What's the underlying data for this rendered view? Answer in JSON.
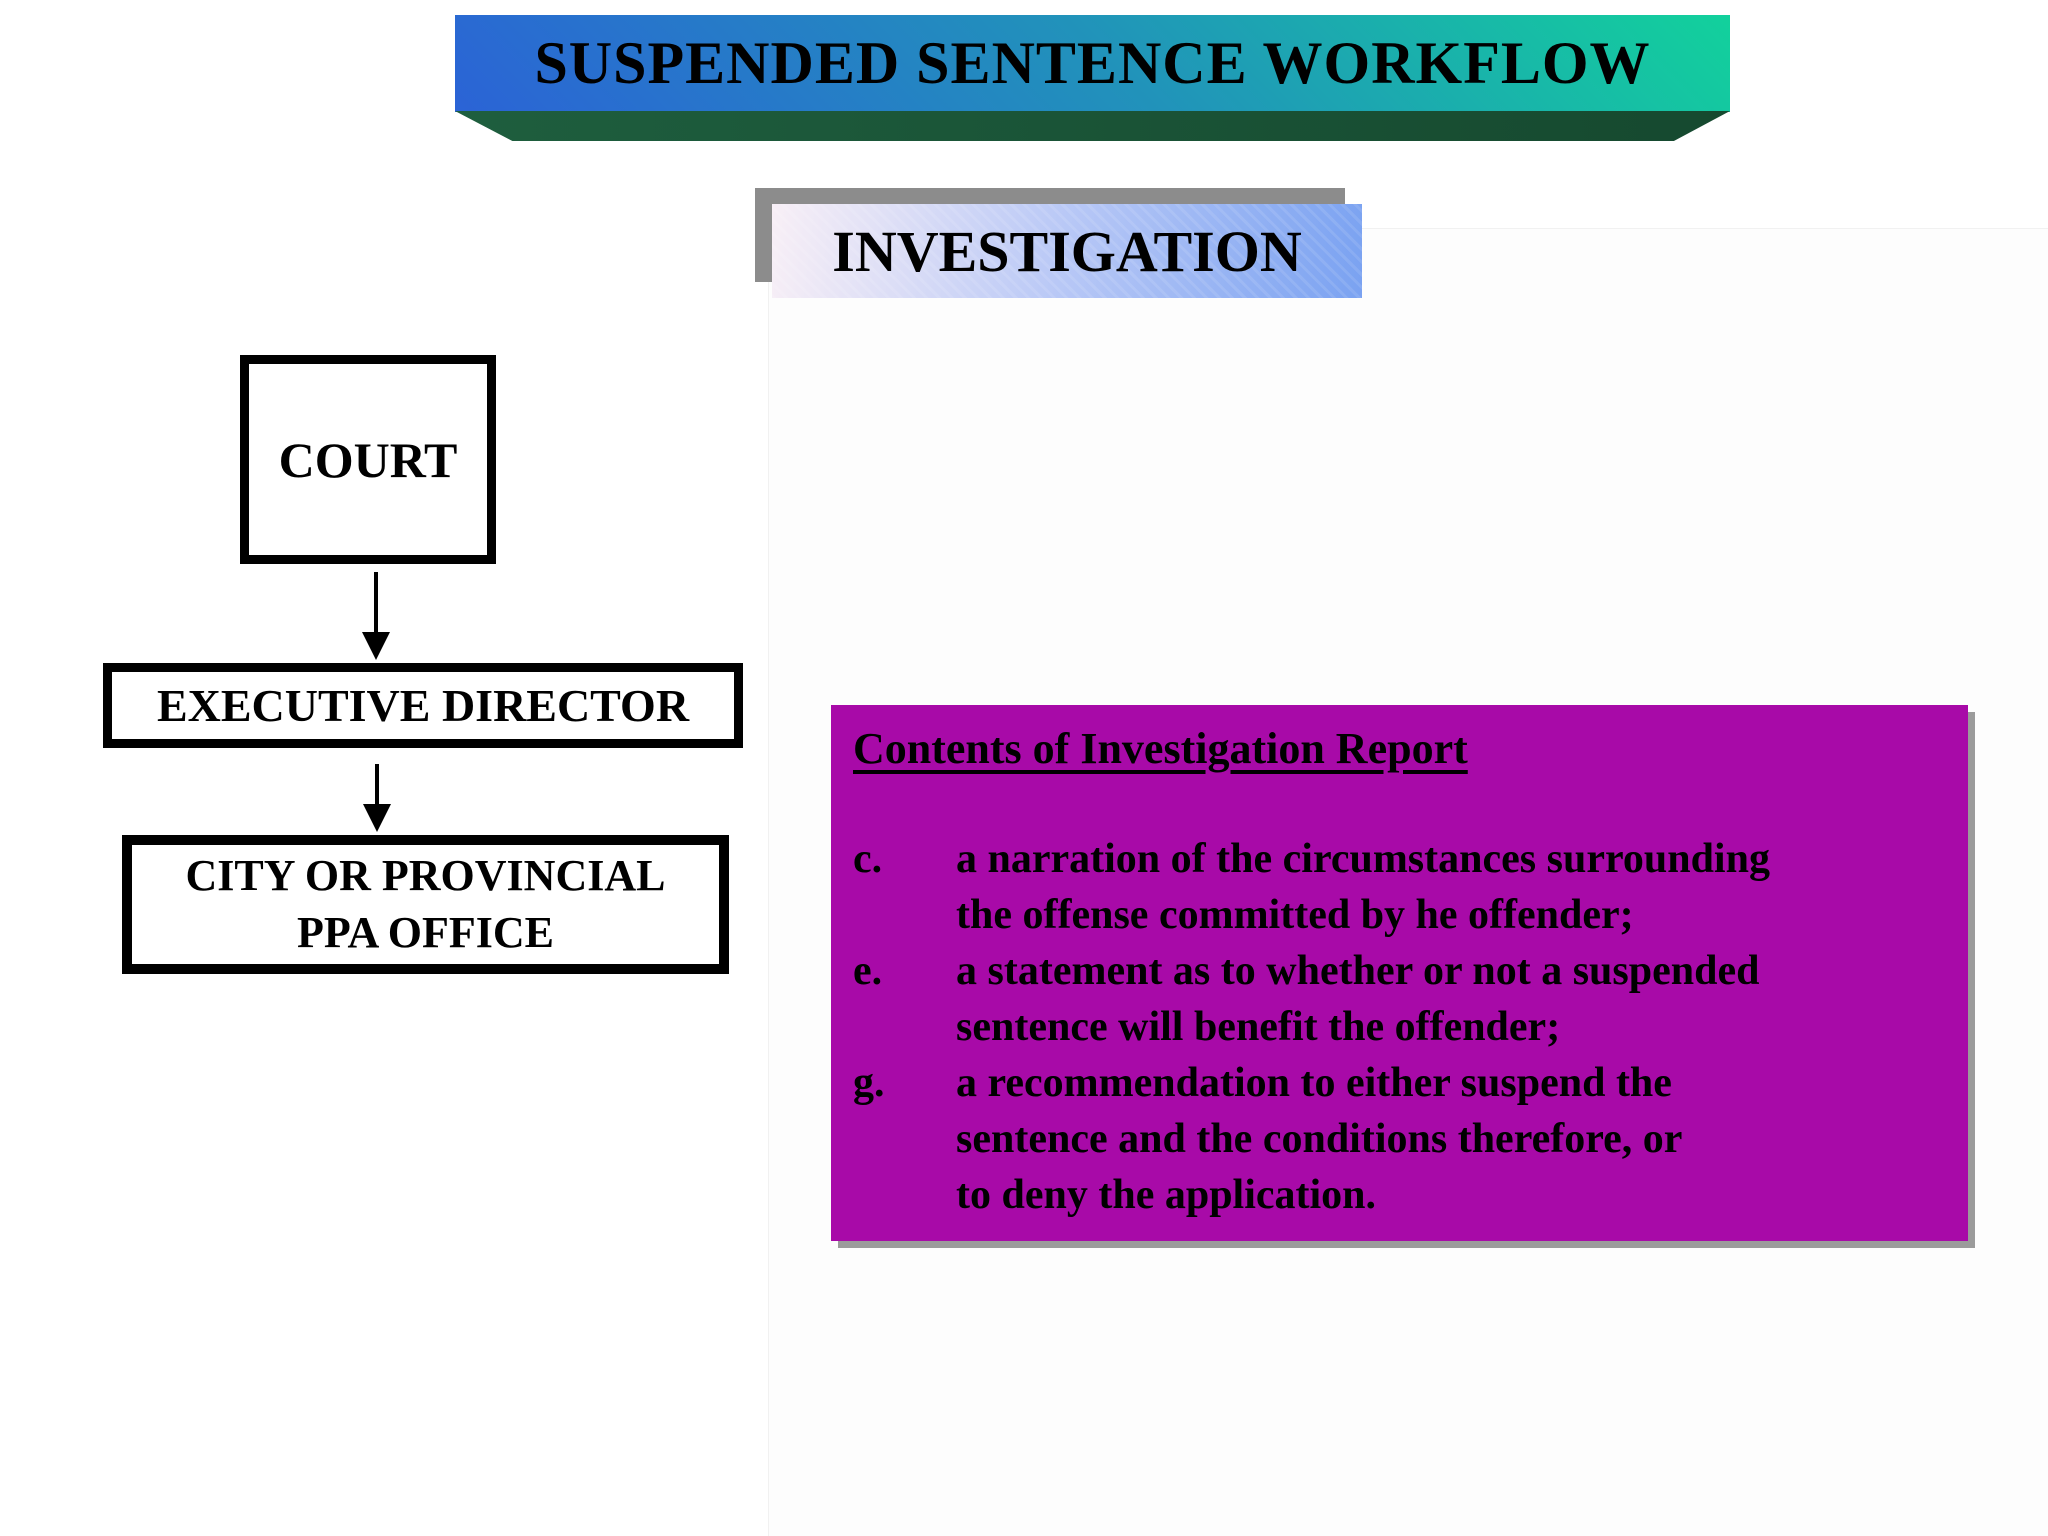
{
  "colors": {
    "banner-blue": "#2b63d6",
    "banner-teal": "#2193ba",
    "banner-green": "#12d19c",
    "banner-side-light": "#1e5e3e",
    "banner-side-dark": "#16492f",
    "subtitle-shadow": "#8c8c8c",
    "subtitle-start": "#f8eff6",
    "subtitle-mid": "#bac9f6",
    "subtitle-end": "#7aa2f1",
    "panel-magenta": "#a80aa8",
    "panel-shadow": "#9b9b9b"
  },
  "title_banner": {
    "text": "SUSPENDED SENTENCE WORKFLOW"
  },
  "subtitle": {
    "text": "INVESTIGATION"
  },
  "flowchart": {
    "nodes": [
      {
        "id": "court",
        "label": "COURT"
      },
      {
        "id": "executive-director",
        "label": "EXECUTIVE DIRECTOR"
      },
      {
        "id": "city-or-provincial-ppa-office",
        "label": "CITY OR PROVINCIAL PPA OFFICE",
        "lines": [
          "CITY OR PROVINCIAL",
          "PPA OFFICE"
        ]
      }
    ]
  },
  "report_panel": {
    "title": "Contents of Investigation Report",
    "items": [
      {
        "label": "c.",
        "lines": [
          "a narration of the circumstances surrounding",
          "the offense committed by he offender;"
        ]
      },
      {
        "label": "e.",
        "lines": [
          "a statement as to whether or not a suspended",
          "sentence will benefit the offender;"
        ]
      },
      {
        "label": "g.",
        "lines": [
          "a recommendation to either suspend the",
          "sentence and the conditions therefore, or",
          "to deny the application."
        ]
      }
    ]
  }
}
